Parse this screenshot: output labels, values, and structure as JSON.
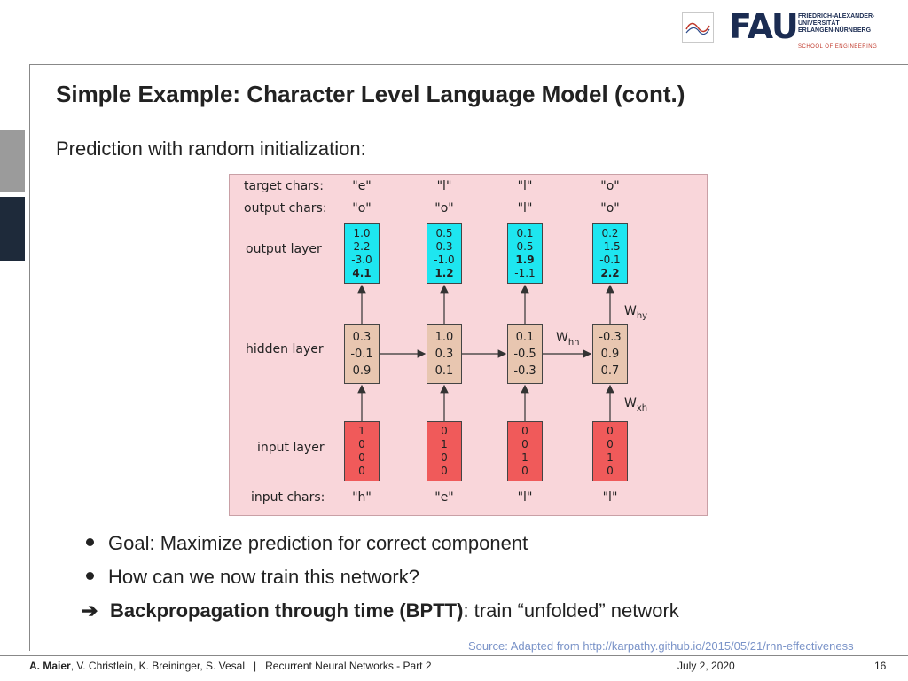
{
  "header": {
    "logo_text": "FAU",
    "university_lines": [
      "FRIEDRICH-ALEXANDER-",
      "UNIVERSITÄT",
      "ERLANGEN-NÜRNBERG"
    ],
    "school": "SCHOOL OF ENGINEERING"
  },
  "slide": {
    "title": "Simple Example: Character Level Language Model (cont.)",
    "subtitle": "Prediction with random initialization:"
  },
  "diagram": {
    "row_labels": {
      "target": "target chars:",
      "output_chars": "output chars:",
      "output_layer": "output layer",
      "hidden_layer": "hidden layer",
      "input_layer": "input layer",
      "input_chars": "input chars:"
    },
    "steps": [
      {
        "target": "\"e\"",
        "output_char": "\"o\"",
        "output": [
          "1.0",
          "2.2",
          "-3.0",
          "4.1"
        ],
        "output_bold": 3,
        "hidden": [
          "0.3",
          "-0.1",
          "0.9"
        ],
        "input": [
          "1",
          "0",
          "0",
          "0"
        ],
        "input_char": "\"h\""
      },
      {
        "target": "\"l\"",
        "output_char": "\"o\"",
        "output": [
          "0.5",
          "0.3",
          "-1.0",
          "1.2"
        ],
        "output_bold": 3,
        "hidden": [
          "1.0",
          "0.3",
          "0.1"
        ],
        "input": [
          "0",
          "1",
          "0",
          "0"
        ],
        "input_char": "\"e\""
      },
      {
        "target": "\"l\"",
        "output_char": "\"l\"",
        "output": [
          "0.1",
          "0.5",
          "1.9",
          "-1.1"
        ],
        "output_bold": 2,
        "hidden": [
          "0.1",
          "-0.5",
          "-0.3"
        ],
        "input": [
          "0",
          "0",
          "1",
          "0"
        ],
        "input_char": "\"l\""
      },
      {
        "target": "\"o\"",
        "output_char": "\"o\"",
        "output": [
          "0.2",
          "-1.5",
          "-0.1",
          "2.2"
        ],
        "output_bold": 3,
        "hidden": [
          "-0.3",
          "0.9",
          "0.7"
        ],
        "input": [
          "0",
          "0",
          "1",
          "0"
        ],
        "input_char": "\"l\""
      }
    ],
    "weights": {
      "why_main": "W",
      "why_sub": "hy",
      "whh_main": "W",
      "whh_sub": "hh",
      "wxh_main": "W",
      "wxh_sub": "xh"
    }
  },
  "bullets": {
    "b1": "Goal: Maximize prediction for correct component",
    "b2": "How can we now train this network?",
    "b3_bold": "Backpropagation through time (BPTT)",
    "b3_rest": ": train “unfolded” network"
  },
  "source": "Source: Adapted from http://karpathy.github.io/2015/05/21/rnn-effectiveness",
  "footer": {
    "author_bold": "A. Maier",
    "authors_rest": ", V. Christlein, K. Breininger, S. Vesal   |   Recurrent Neural Networks - Part 2",
    "date": "July 2, 2020",
    "page": "16"
  }
}
